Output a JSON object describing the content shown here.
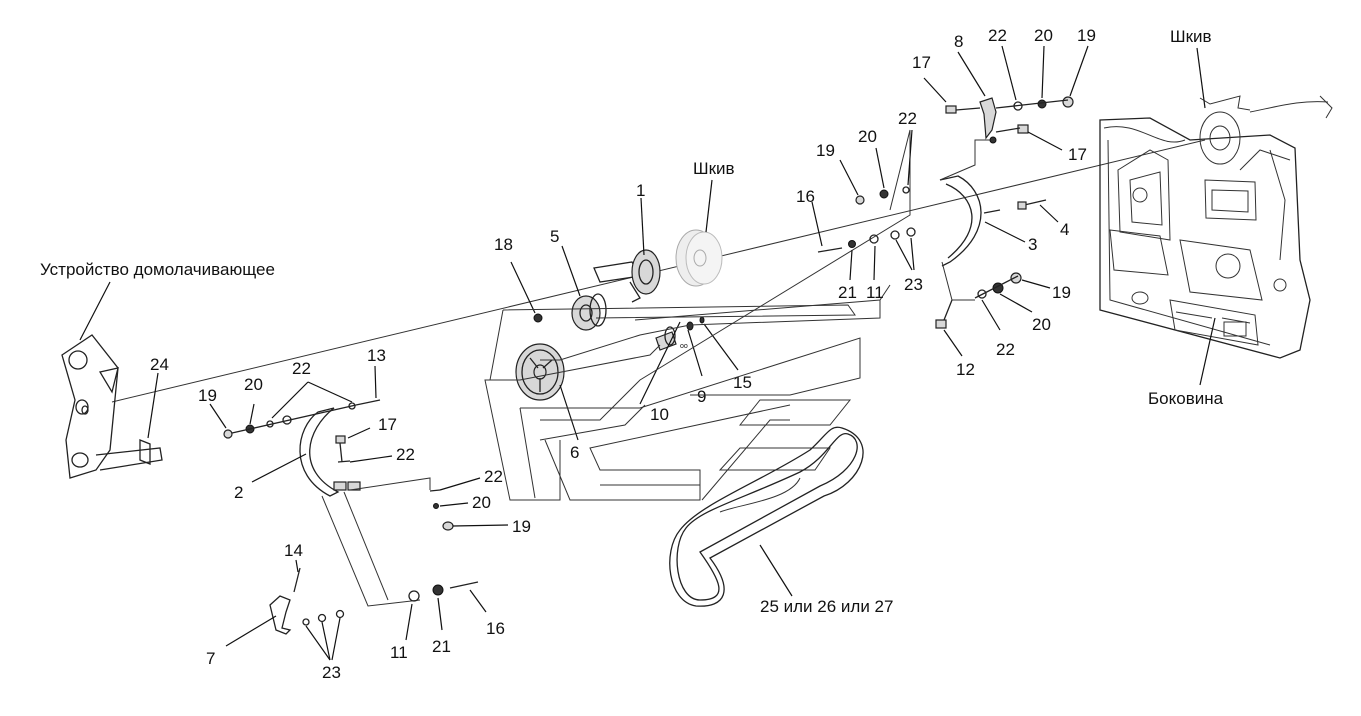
{
  "labels": {
    "l1": "1",
    "l2": "2",
    "l3": "3",
    "l4": "4",
    "l5": "5",
    "l6": "6",
    "l7": "7",
    "l8": "8",
    "l9": "9",
    "l10": "10",
    "l12": "12",
    "l13": "13",
    "l14": "14",
    "l15": "15",
    "l16a": "16",
    "l16b": "16",
    "l17a": "17",
    "l17b": "17",
    "l17c": "17",
    "l18": "18",
    "l19a": "19",
    "l19b": "19",
    "l19c": "19",
    "l19d": "19",
    "l19e": "19",
    "l20a": "20",
    "l20b": "20",
    "l20c": "20",
    "l20d": "20",
    "l20e": "20",
    "l21a": "21",
    "l21b": "21",
    "l22a": "22",
    "l22b": "22",
    "l22c": "22",
    "l22d": "22",
    "l22e": "22",
    "l22f": "22",
    "l23a": "23",
    "l23b": "23",
    "l11a": "11",
    "l11b": "11",
    "l24": "24",
    "pulley_mid": "Шкив",
    "pulley_right": "Шкив",
    "thresher": "Устройство домолачивающее",
    "side_panel": "Боковина",
    "belt": "25 или 26 или 27"
  }
}
